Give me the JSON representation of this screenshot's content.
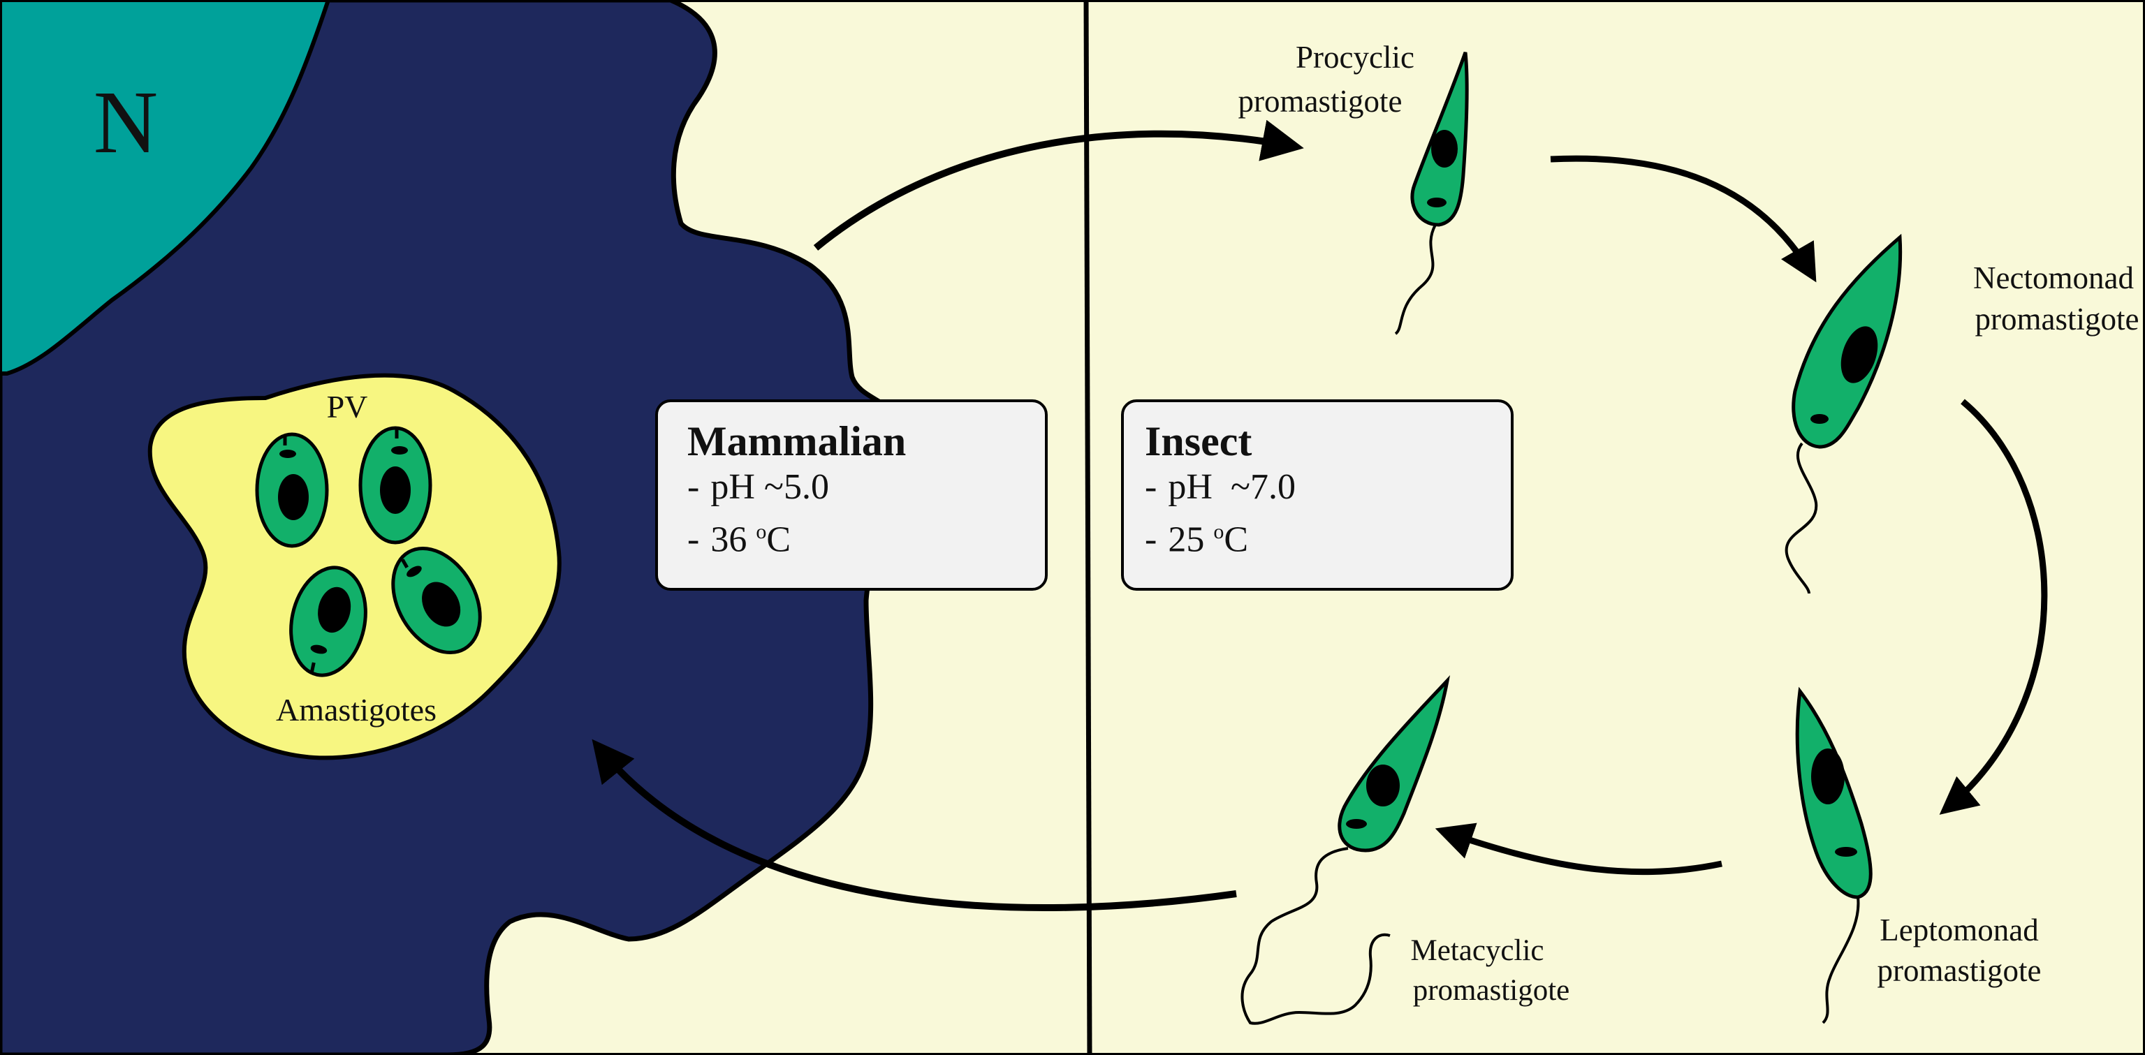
{
  "colors": {
    "background": "#f9f9d9",
    "host_cell": "#1e285c",
    "nucleus": "#00a19a",
    "vacuole": "#f7f681",
    "parasite": "#12b06a",
    "box_fill": "#f2f2f2",
    "stroke": "#000000"
  },
  "cell": {
    "nucleus_label": "N",
    "vacuole_label": "PV",
    "amastigotes_label": "Amastigotes"
  },
  "mammalian": {
    "title": "Mammalian",
    "ph": "pH ~5.0",
    "temp_value": "36",
    "temp_unit_sup": "o",
    "temp_unit": "C"
  },
  "insect": {
    "title": "Insect",
    "ph": "pH  ~7.0",
    "temp_value": "25",
    "temp_unit_sup": "o",
    "temp_unit": "C"
  },
  "stages": {
    "procyclic": [
      "Procyclic",
      "promastigote"
    ],
    "nectomonad": [
      "Nectomonad",
      "promastigote"
    ],
    "leptomonad": [
      "Leptomonad",
      "promastigote"
    ],
    "metacyclic": [
      "Metacyclic",
      "promastigote"
    ]
  }
}
